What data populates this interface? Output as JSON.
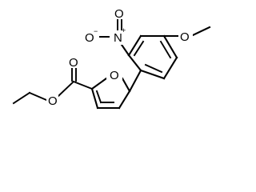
{
  "molecule": {
    "labels": {
      "carbonyl_oxygen": "O",
      "ester_oxygen": "O",
      "furan_oxygen": "O",
      "nitro_oxygen": "O",
      "nitro_oxygen_charge": "−",
      "nitro_nitrogen": "N",
      "nitro_nitrogen_charge": "+",
      "methoxy_oxygen": "O"
    }
  }
}
